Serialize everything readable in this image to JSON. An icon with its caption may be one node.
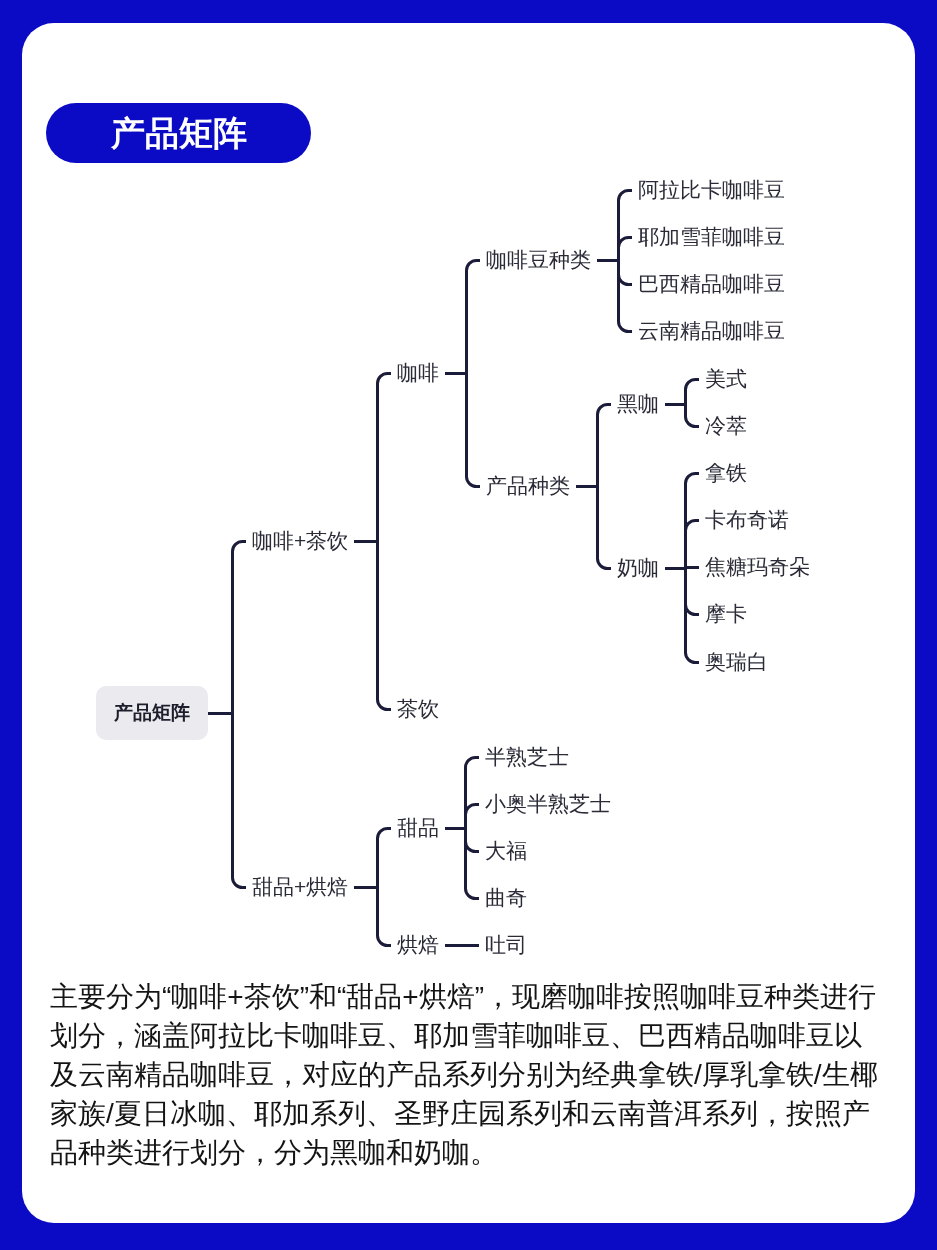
{
  "diagram": {
    "title": "产品矩阵",
    "nodes": [
      {
        "text": [
          "产品矩阵"
        ]
      },
      {
        "text": [
          "咖啡+茶饮"
        ]
      },
      {
        "text": [
          "咖啡"
        ]
      },
      {
        "text": [
          "咖啡豆种类"
        ]
      },
      {
        "text": [
          "阿拉比卡咖啡豆"
        ]
      },
      {
        "text": [
          "耶加雪菲咖啡豆"
        ]
      },
      {
        "text": [
          "巴西精品咖啡豆"
        ]
      },
      {
        "text": [
          "云南精品咖啡豆"
        ]
      },
      {
        "text": [
          "产品种类"
        ]
      },
      {
        "text": [
          "黑咖"
        ]
      },
      {
        "text": [
          "美式"
        ]
      },
      {
        "text": [
          "冷萃"
        ]
      },
      {
        "text": [
          "奶咖"
        ]
      },
      {
        "text": [
          "拿铁"
        ]
      },
      {
        "text": [
          "卡布奇诺"
        ]
      },
      {
        "text": [
          "焦糖玛奇朵"
        ]
      },
      {
        "text": [
          "摩卡"
        ]
      },
      {
        "text": [
          "奥瑞白"
        ]
      },
      {
        "text": [
          "茶饮"
        ]
      },
      {
        "text": [
          "甜品+烘焙"
        ]
      },
      {
        "text": [
          "甜品"
        ]
      },
      {
        "text": [
          "半熟芝士"
        ]
      },
      {
        "text": [
          "小奥半熟芝士"
        ]
      },
      {
        "text": [
          "大福"
        ]
      },
      {
        "text": [
          "曲奇"
        ]
      },
      {
        "text": [
          "烘焙"
        ]
      },
      {
        "text": [
          "吐司"
        ]
      }
    ],
    "edges": [
      {
        "from": 0,
        "to": 1,
        "arrow": "none"
      },
      {
        "from": 0,
        "to": 19,
        "arrow": "none"
      },
      {
        "from": 1,
        "to": 2,
        "arrow": "none"
      },
      {
        "from": 1,
        "to": 18,
        "arrow": "none"
      },
      {
        "from": 2,
        "to": 3,
        "arrow": "none"
      },
      {
        "from": 2,
        "to": 8,
        "arrow": "none"
      },
      {
        "from": 3,
        "to": 4,
        "arrow": "none"
      },
      {
        "from": 3,
        "to": 5,
        "arrow": "none"
      },
      {
        "from": 3,
        "to": 6,
        "arrow": "none"
      },
      {
        "from": 3,
        "to": 7,
        "arrow": "none"
      },
      {
        "from": 8,
        "to": 9,
        "arrow": "none"
      },
      {
        "from": 8,
        "to": 12,
        "arrow": "none"
      },
      {
        "from": 9,
        "to": 10,
        "arrow": "none"
      },
      {
        "from": 9,
        "to": 11,
        "arrow": "none"
      },
      {
        "from": 12,
        "to": 13,
        "arrow": "none"
      },
      {
        "from": 12,
        "to": 14,
        "arrow": "none"
      },
      {
        "from": 12,
        "to": 15,
        "arrow": "none"
      },
      {
        "from": 12,
        "to": 16,
        "arrow": "none"
      },
      {
        "from": 12,
        "to": 17,
        "arrow": "none"
      },
      {
        "from": 19,
        "to": 20,
        "arrow": "none"
      },
      {
        "from": 19,
        "to": 25,
        "arrow": "none"
      },
      {
        "from": 20,
        "to": 21,
        "arrow": "none"
      },
      {
        "from": 20,
        "to": 22,
        "arrow": "none"
      },
      {
        "from": 20,
        "to": 23,
        "arrow": "none"
      },
      {
        "from": 20,
        "to": 24,
        "arrow": "none"
      },
      {
        "from": 25,
        "to": 26,
        "arrow": "none"
      }
    ],
    "labels": [
      "主要分为“咖啡+茶饮”和“甜品+烘焙”，现磨咖啡按照咖啡豆种类进行划分，涵盖阿拉比卡咖啡豆、耶加雪菲咖啡豆、巴西精品咖啡豆以及云南精品咖啡豆，对应的产品系列分别为经典拿铁/厚乳拿铁/生椰家族/夏日冰咖、耶加系列、圣野庄园系列和云南普洱系列，按照产品种类进行划分，分为黑咖和奶咖。"
    ]
  }
}
